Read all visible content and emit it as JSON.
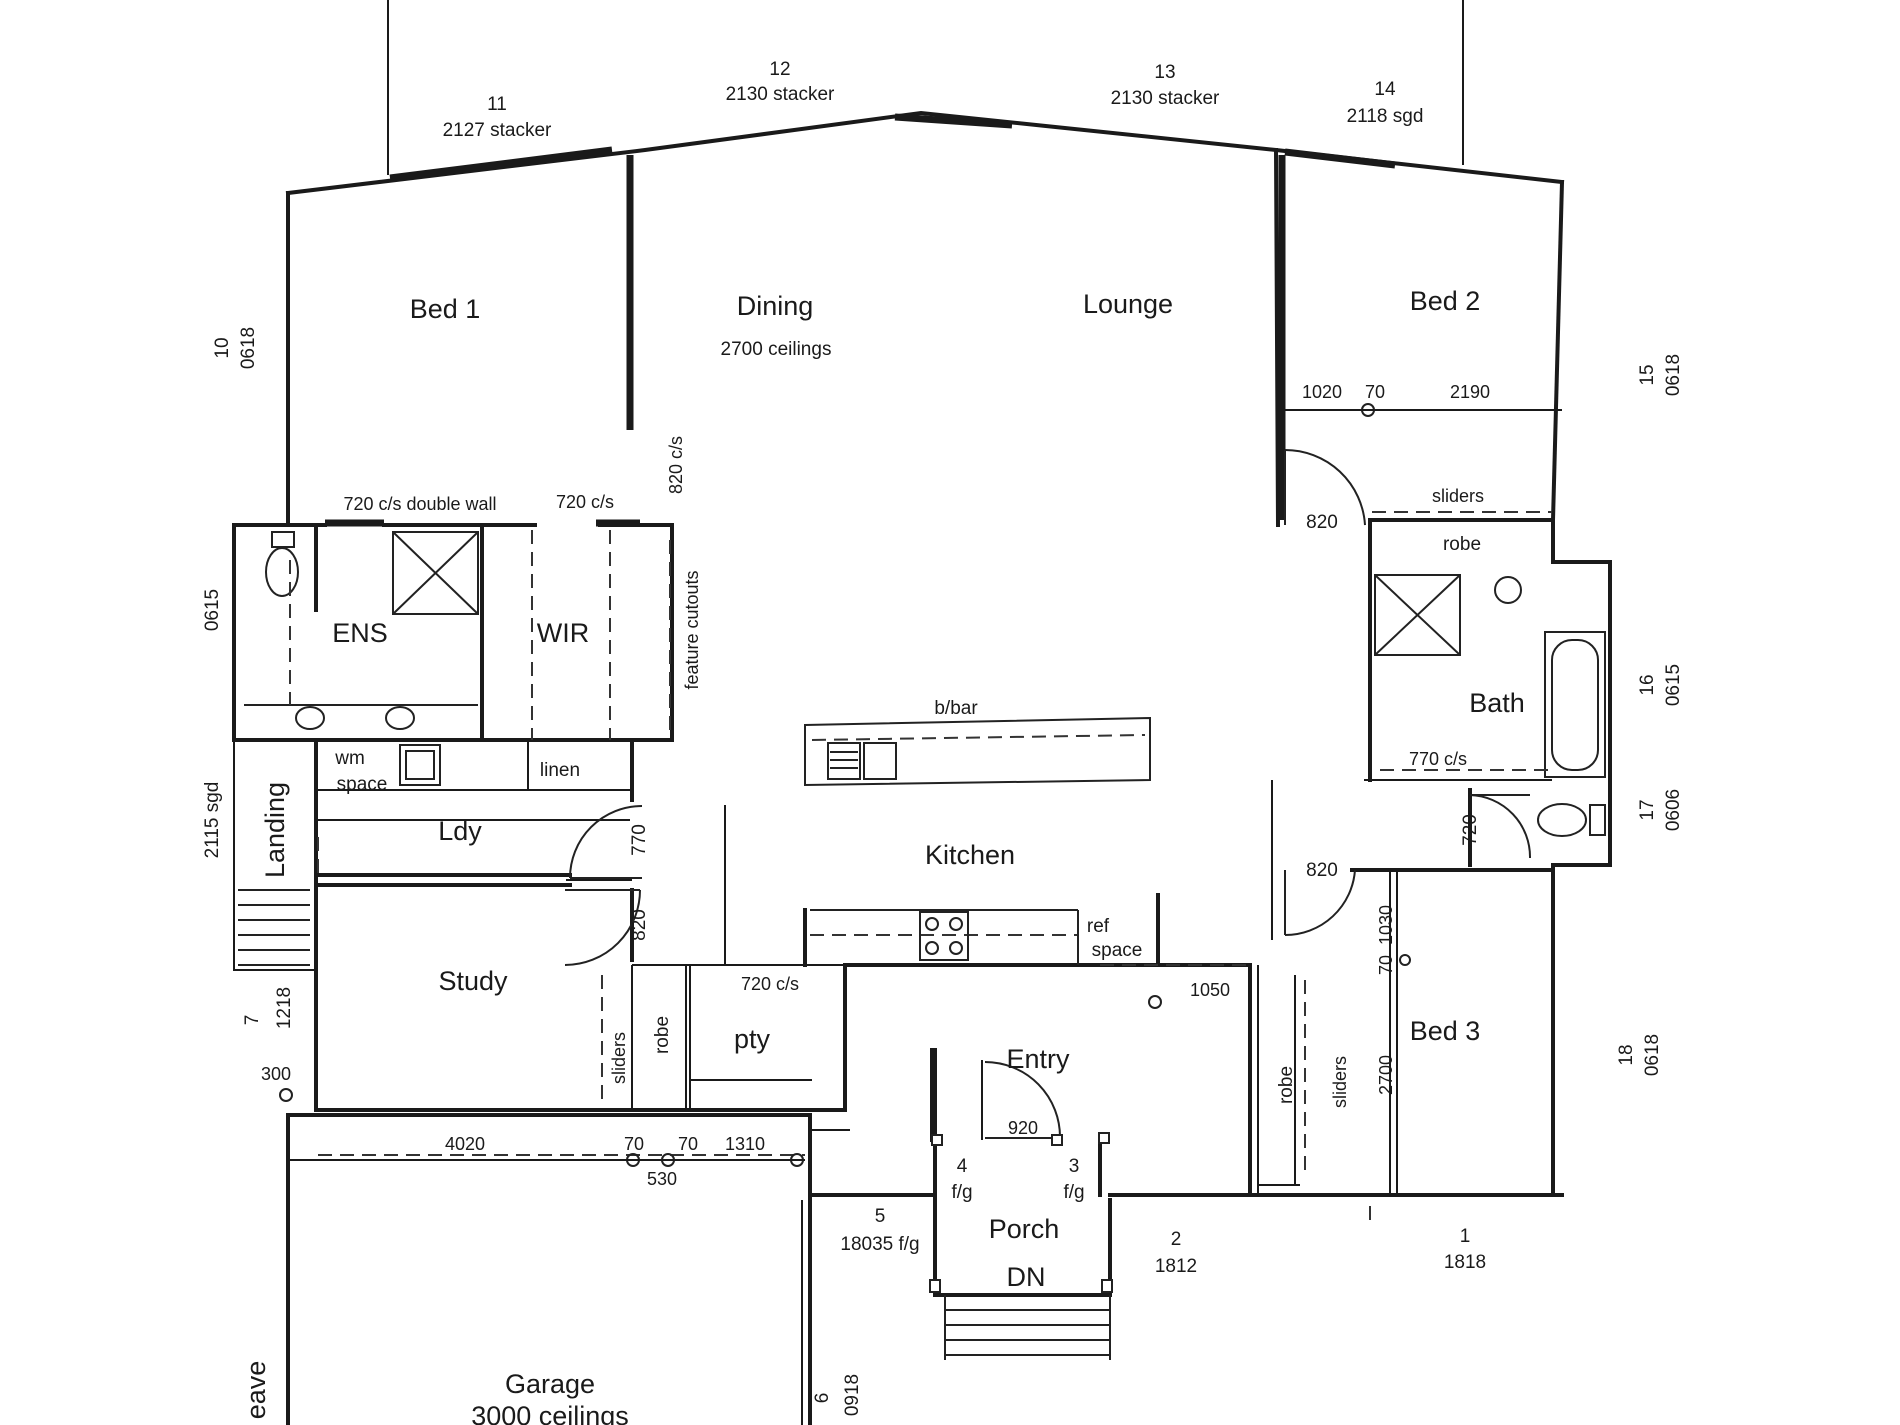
{
  "rooms": {
    "bed1": "Bed 1",
    "dining": "Dining",
    "dining_note": "2700 ceilings",
    "lounge": "Lounge",
    "bed2": "Bed 2",
    "ens": "ENS",
    "wir": "WIR",
    "bath": "Bath",
    "kitchen": "Kitchen",
    "ldy": "Ldy",
    "landing": "Landing",
    "study": "Study",
    "pty": "pty",
    "entry": "Entry",
    "bed3": "Bed 3",
    "porch": "Porch",
    "dn": "DN",
    "garage": "Garage",
    "garage_note": "3000 ceilings",
    "robe_bed2": "robe",
    "robe_study": "robe",
    "robe_bed3": "robe",
    "linen": "linen",
    "wm": "wm",
    "wm_space": "space",
    "ref": "ref",
    "ref_space": "space",
    "bbar": "b/bar",
    "eave": "eave"
  },
  "windows": {
    "w11_num": "11",
    "w11_spec": "2127 stacker",
    "w12_num": "12",
    "w12_spec": "2130 stacker",
    "w13_num": "13",
    "w13_spec": "2130 stacker",
    "w14_num": "14",
    "w14_spec": "2118 sgd",
    "w10": "10",
    "w10_spec": "0618",
    "w15": "15",
    "w15_spec": "0618",
    "w_ens": "0615",
    "w16": "16",
    "w16_spec": "0615",
    "w17": "17",
    "w17_spec": "0606",
    "w_land": "2115 sgd",
    "w7": "7",
    "w7_spec": "1218",
    "w18": "18",
    "w18_spec": "0618",
    "w6": "6",
    "w6_spec": "0918",
    "w5_num": "5",
    "w5_spec": "18035 f/g",
    "w4_num": "4",
    "w4_spec": "f/g",
    "w3_num": "3",
    "w3_spec": "f/g",
    "w2_num": "2",
    "w2_spec": "1812",
    "w1_num": "1",
    "w1_spec": "1818"
  },
  "dims": {
    "bed2_1020": "1020",
    "bed2_70": "70",
    "bed2_2190": "2190",
    "sliders_bed2": "sliders",
    "d820_bed2": "820",
    "d720_ens": "720 c/s double wall",
    "d720_wir": "720 c/s",
    "d820_wir": "820 c/s",
    "feature": "feature cutouts",
    "d770_bath": "770 c/s",
    "d720_wc": "720",
    "d820_bed3": "820",
    "d770_ldy": "770",
    "d820_study": "820",
    "d720_pty": "720 c/s",
    "d1050": "1050",
    "sliders_study": "sliders",
    "sliders_bed3": "sliders",
    "d1030": "1030",
    "d70_bed3": "70",
    "d2700": "2700",
    "d300": "300",
    "d920": "920",
    "g4020": "4020",
    "g70a": "70",
    "g70b": "70",
    "g1310": "1310",
    "g530": "530"
  }
}
